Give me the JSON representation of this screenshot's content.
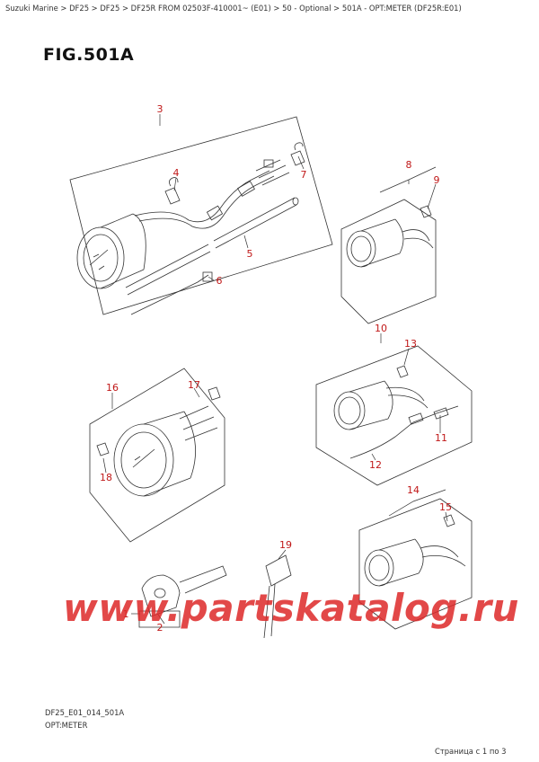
{
  "breadcrumb": "Suzuki Marine > DF25 > DF25 > DF25R FROM 02503F-410001~ (E01) > 50 - Optional > 501A - OPT:METER (DF25R:E01)",
  "figure": {
    "title": "FIG.501A",
    "code": "DF25_E01_014_501A",
    "caption": "OPT:METER"
  },
  "callouts": [
    "3",
    "4",
    "7",
    "5",
    "6",
    "8",
    "9",
    "10",
    "13",
    "11",
    "12",
    "16",
    "17",
    "18",
    "14",
    "15",
    "19",
    "1",
    "2"
  ],
  "watermark": "www.partskatalog.ru",
  "pager": "Страница с 1 по 3",
  "colors": {
    "callout": "#c01818",
    "watermark": "#dd2828",
    "line": "#333333"
  }
}
